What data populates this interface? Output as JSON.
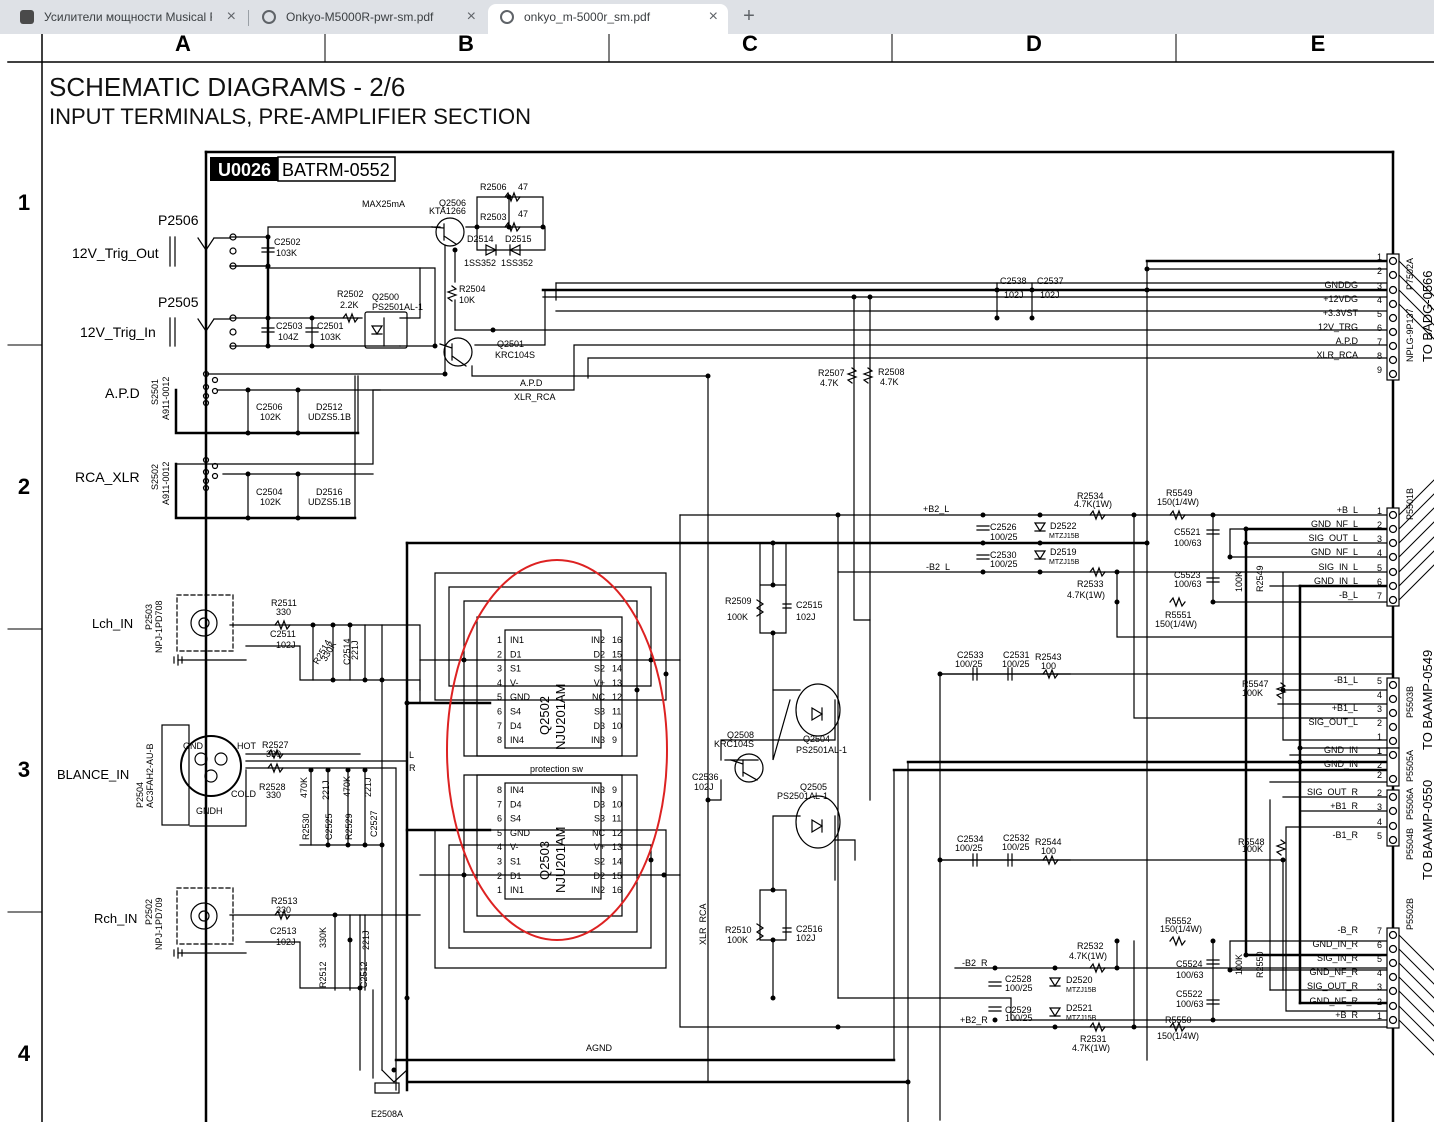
{
  "tabs": [
    {
      "title": "Усилители мощности Musical Fidelity",
      "close": "×",
      "active": false
    },
    {
      "title": "Onkyo-M5000R-pwr-sm.pdf",
      "close": "×",
      "active": false
    },
    {
      "title": "onkyo_m-5000r_sm.pdf",
      "close": "×",
      "active": true
    }
  ],
  "new_tab": "+",
  "schematic": {
    "columns": [
      "A",
      "B",
      "C",
      "D",
      "E"
    ],
    "rows": [
      "1",
      "2",
      "3",
      "4"
    ],
    "title": "SCHEMATIC DIAGRAMS - 2/6",
    "subtitle": "INPUT TERMINALS, PRE-AMPLIFIER SECTION",
    "board_id": "U0026",
    "board_part": "BATRM-0552",
    "max_current": "MAX25mA",
    "inputs": {
      "p2506": "P2506",
      "trig_out": "12V_Trig_Out",
      "p2505": "P2505",
      "trig_in": "12V_Trig_In",
      "apd": "A.P.D",
      "s2501": "S2501",
      "s2501_part": "A911-0012",
      "rca_xlr": "RCA_XLR",
      "s2502": "S2502",
      "s2502_part": "A911-0012",
      "lch": "Lch_IN",
      "p2503": "P2503",
      "p2503_part": "NPJ-1PD708",
      "blance": "BLANCE_IN",
      "p2504": "P2504",
      "p2504_part": "AC3FAH2-AU-B",
      "rch": "Rch_IN",
      "p2502": "P2502",
      "p2502_part": "NPJ-1PD709",
      "gnd": "GND",
      "hot": "HOT",
      "cold": "COLD",
      "gndh": "GNDH"
    },
    "parts": {
      "c2502": "C2502",
      "c2502v": "103K",
      "c2503": "C2503",
      "c2503v": "104Z",
      "c2501": "C2501",
      "c2501v": "103K",
      "r2502": "R2502",
      "r2502v": "2.2K",
      "q2500": "Q2500",
      "q2500v": "PS2501AL-1",
      "q2506": "Q2506",
      "q2506v": "KTA1266",
      "r2506": "R2506",
      "r2506v": "47",
      "r2503": "R2503",
      "r2503v": "47",
      "d2514": "D2514",
      "d2515": "D2515",
      "d1ss": "1SS352",
      "d2ss": "1SS352",
      "r2504": "R2504",
      "r2504v": "10K",
      "q2501": "Q2501",
      "q2501v": "KRC104S",
      "c2506": "C2506",
      "c2506v": "102K",
      "d2512": "D2512",
      "d2512v": "UDZS5.1B",
      "c2504": "C2504",
      "c2504v": "102K",
      "d2516": "D2516",
      "d2516v": "UDZS5.1B",
      "c2538": "C2538",
      "c2538v": "102J",
      "c2537": "C2537",
      "c2537v": "102J",
      "r2507": "R2507",
      "r2507v": "4.7K",
      "r2508": "R2508",
      "r2508v": "4.7K",
      "r2511": "R2511",
      "r2511v": "330",
      "c2511": "C2511",
      "c2511v": "102J",
      "r2514": "R2514",
      "r2514v": "330K",
      "c2514": "C2514",
      "c2514v": "221J",
      "r2527": "R2527",
      "r2527v": "330",
      "r2528": "R2528",
      "r2528v": "330",
      "r2530": "R2530",
      "r2530v": "470K",
      "c2525": "C2525",
      "c2525v": "221J",
      "r2529": "R2529",
      "r2529v": "470K",
      "c2527": "C2527",
      "c2527v": "221J",
      "r2513": "R2513",
      "r2513v": "330",
      "c2513": "C2513",
      "c2513v": "102J",
      "r2512": "R2512",
      "r2512v": "330K",
      "c2512": "C2512",
      "c2512v": "221J",
      "q2502": "Q2502",
      "q2502v": "NJU201AM",
      "q2503": "Q2503",
      "q2503v": "NJU201AM",
      "protection": "protection sw",
      "r2509": "R2509",
      "r2509v": "100K",
      "c2515": "C2515",
      "c2515v": "102J",
      "q2504": "Q2504",
      "q2504v": "PS2501AL-1",
      "q2508": "Q2508",
      "q2508v": "KRC104S",
      "c2536": "C2536",
      "c2536v": "102J",
      "q2505": "Q2505",
      "q2505v": "PS2501AL-1",
      "r2510": "R2510",
      "r2510v": "100K",
      "c2516": "C2516",
      "c2516v": "102J",
      "xlr_rca": "XLR_RCA",
      "c2526": "C2526",
      "c2526v": "100/25",
      "c2530": "C2530",
      "c2530v": "100/25",
      "d2522": "D2522",
      "d2522v": "MTZJ15B",
      "d2519": "D2519",
      "d2519v": "MTZJ15B",
      "r2534": "R2534",
      "r2534v": "4.7K(1W)",
      "r2533": "R2533",
      "r2533v": "4.7K(1W)",
      "r5549": "R5549",
      "r5549v": "150(1/4W)",
      "c5521": "C5521",
      "c5521v": "100/63",
      "c5523": "C5523",
      "c5523v": "100/63",
      "r5551": "R5551",
      "r5551v": "150(1/4W)",
      "r2549": "R2549",
      "r2549v": "100K",
      "c2533": "C2533",
      "c2533v": "100/25",
      "c2531": "C2531",
      "c2531v": "100/25",
      "r2543": "R2543",
      "r2543v": "100",
      "r5547": "R5547",
      "r5547v": "100K",
      "c2534": "C2534",
      "c2534v": "100/25",
      "c2532": "C2532",
      "c2532v": "100/25",
      "r2544": "R2544",
      "r2544v": "100",
      "r5548": "R5548",
      "r5548v": "100K",
      "r5552": "R5552",
      "r5552v": "150(1/4W)",
      "r2532": "R2532",
      "r2532v": "4.7K(1W)",
      "c2528": "C2528",
      "c2528v": "100/25",
      "c2529": "C2529",
      "c2529v": "100/25",
      "d2520": "D2520",
      "d2520v": "MTZJ15B",
      "d2521": "D2521",
      "d2521v": "MTZJ15B",
      "c5524": "C5524",
      "c5524v": "100/63",
      "c5522": "C5522",
      "c5522v": "100/63",
      "r2550": "R2550",
      "r2550v": "100K",
      "r5550": "R5550",
      "r5550v": "150(1/4W)",
      "r2531": "R2531",
      "r2531v": "4.7K(1W)",
      "e2508": "E2508A",
      "agnd": "AGND"
    },
    "nets": {
      "apd": "A.P.D",
      "xlr_rca": "XLR_RCA",
      "b2l_p": "+B2_L",
      "b2l_n": "-B2_L",
      "b2r_n": "-B2_R",
      "b2r_p": "+B2_R",
      "l": "L",
      "r": "R"
    },
    "connectors": {
      "c7502": {
        "name": "P7502A",
        "part": "NPLG-9P137",
        "dest": "TO BADG-0566",
        "pins": [
          "1",
          "2",
          "3",
          "4",
          "5",
          "6",
          "7",
          "8",
          "9"
        ],
        "labels": [
          "",
          "",
          "GNDDG",
          "+12VDG",
          "+3.3VST",
          "12V_TRG",
          "A.P.D",
          "XLR_RCA",
          ""
        ]
      },
      "c5501": {
        "name": "P5501B",
        "labels": [
          "+B_L",
          "GND_NF_L",
          "SIG_OUT_L",
          "GND_NF_L",
          "SIG_IN_L",
          "GND_IN_L",
          "-B_L"
        ],
        "pins": [
          "1",
          "2",
          "3",
          "4",
          "5",
          "6",
          "7"
        ]
      },
      "c5503": {
        "name": "P5503B",
        "dest": "TO BAAMP-0549",
        "labels": [
          "-B1_L",
          "",
          "+B1_L",
          "SIG_OUT_L"
        ],
        "pins": [
          "5",
          "4",
          "3",
          "2",
          "1"
        ]
      },
      "c5505": {
        "name": "P5505A",
        "labels": [
          "GND_IN",
          "GND_IN"
        ],
        "pins": [
          "1",
          "2",
          "1",
          "2"
        ]
      },
      "c5506": {
        "name": "P5506A",
        "dest": "TO BAAMP-0550"
      },
      "c5504": {
        "name": "P5504B",
        "labels": [
          "SIG_OUT_R",
          "+B1_R",
          "",
          "-B1_R"
        ],
        "pins": [
          "2",
          "3",
          "4",
          "5"
        ]
      },
      "c5502": {
        "name": "P5502B",
        "labels": [
          "-B_R",
          "GND_IN_R",
          "SIG_IN_R",
          "GND_NF_R",
          "SIG_OUT_R",
          "GND_NF_R",
          "+B_R"
        ],
        "pins": [
          "7",
          "6",
          "5",
          "4",
          "3",
          "2",
          "1"
        ]
      }
    },
    "ic_top": {
      "left": [
        "IN1",
        "D1",
        "S1",
        "V-",
        "GND",
        "S4",
        "D4",
        "IN4"
      ],
      "lpins": [
        "1",
        "2",
        "3",
        "4",
        "5",
        "6",
        "7",
        "8"
      ],
      "right": [
        "IN2",
        "D2",
        "S2",
        "V+",
        "NC",
        "S3",
        "D3",
        "IN3"
      ],
      "rpins": [
        "16",
        "15",
        "14",
        "13",
        "12",
        "11",
        "10",
        "9"
      ]
    },
    "ic_bot": {
      "left": [
        "IN4",
        "D4",
        "S4",
        "GND",
        "V-",
        "S1",
        "D1",
        "IN1"
      ],
      "lpins": [
        "8",
        "7",
        "6",
        "5",
        "4",
        "3",
        "2",
        "1"
      ],
      "right": [
        "IN3",
        "D3",
        "S3",
        "NC",
        "V+",
        "S2",
        "D2",
        "IN2"
      ],
      "rpins": [
        "9",
        "10",
        "11",
        "12",
        "13",
        "14",
        "15",
        "16"
      ]
    }
  }
}
